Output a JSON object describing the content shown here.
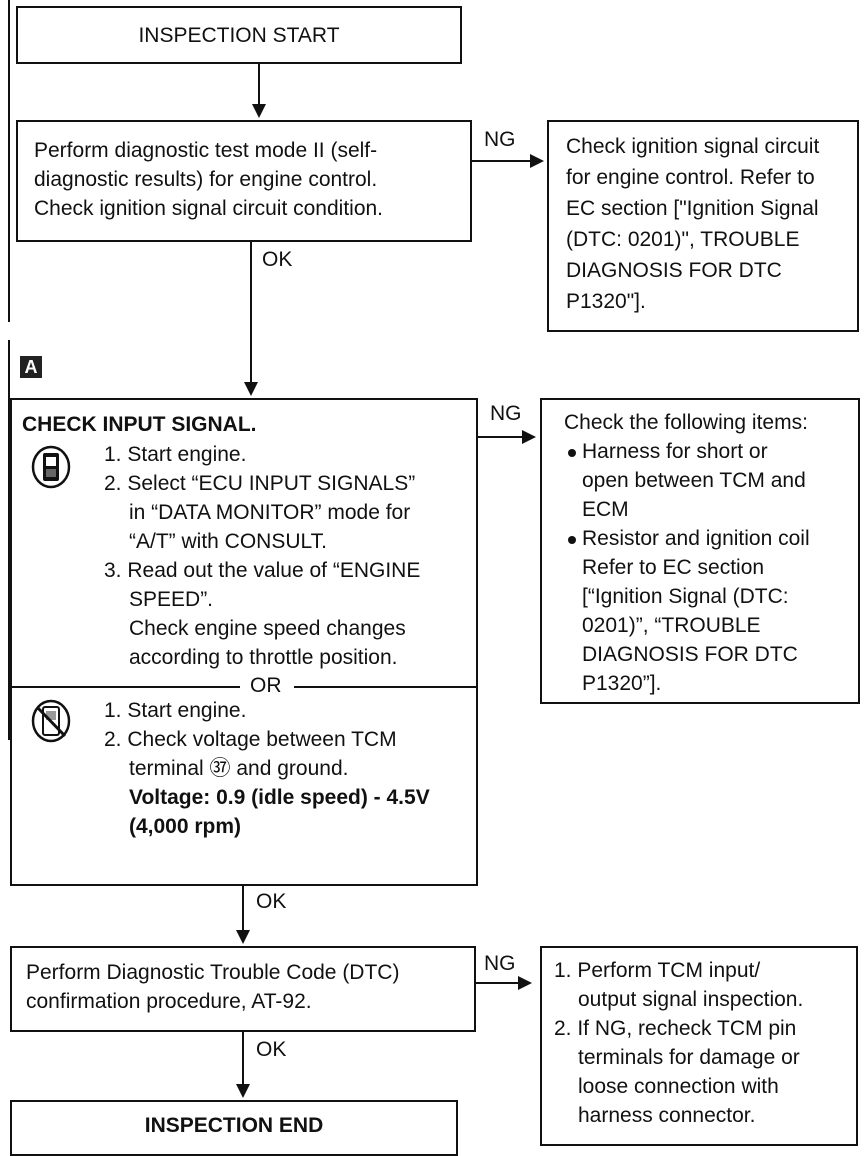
{
  "start_box": {
    "label": "INSPECTION START"
  },
  "step1": {
    "lines": [
      "Perform diagnostic test mode II (self-",
      "diagnostic results) for engine control.",
      "Check ignition signal circuit condition."
    ]
  },
  "ng1_box": {
    "lines": [
      "Check ignition signal circuit",
      "for engine control. Refer to",
      "EC section [\"Ignition Signal",
      "(DTC: 0201)\", TROUBLE",
      "DIAGNOSIS FOR DTC",
      "P1320\"]."
    ]
  },
  "marker": "A",
  "step2": {
    "title": "CHECK INPUT SIGNAL.",
    "consult_steps": [
      "1. Start engine.",
      "2. Select “ECU INPUT SIGNALS”",
      "in “DATA MONITOR” mode for",
      "“A/T” with CONSULT.",
      "3. Read out the value of “ENGINE",
      "SPEED”.",
      "Check engine speed changes",
      "according to throttle position."
    ],
    "or_label": "OR",
    "noconsult_steps": [
      "1. Start engine.",
      "2. Check voltage between TCM",
      "terminal ㊲ and ground."
    ],
    "spec_lines": [
      "Voltage: 0.9 (idle speed) - 4.5V",
      "(4,000 rpm)"
    ]
  },
  "ng2_box": {
    "heading": "Check the following items:",
    "items": [
      [
        "Harness for short or",
        "open between TCM and",
        "ECM"
      ],
      [
        "Resistor and ignition coil",
        "Refer to EC section",
        "[“Ignition Signal (DTC:",
        "0201)”, “TROUBLE",
        "DIAGNOSIS FOR DTC",
        "P1320”]."
      ]
    ]
  },
  "step3": {
    "lines": [
      "Perform Diagnostic Trouble Code (DTC)",
      "confirmation procedure, AT-92."
    ]
  },
  "ng3_box": {
    "lines": [
      "1. Perform TCM input/",
      "output signal inspection.",
      "2. If NG, recheck TCM pin",
      "terminals for damage or",
      "loose connection with",
      "harness connector."
    ]
  },
  "end_box": {
    "label": "INSPECTION END"
  },
  "labels": {
    "ok": "OK",
    "ng": "NG"
  }
}
